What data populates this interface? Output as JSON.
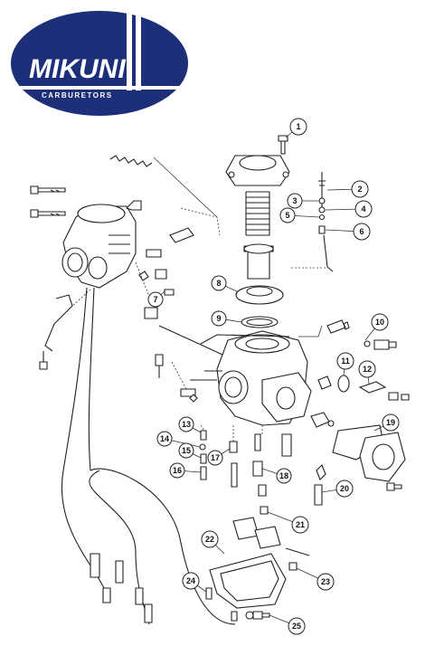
{
  "logo": {
    "brand": "MIKUNI",
    "sub": "CARBURETORS",
    "colors": {
      "navy": "#1e2f7a",
      "white": "#ffffff"
    }
  },
  "callouts": [
    {
      "n": "1"
    },
    {
      "n": "2"
    },
    {
      "n": "3"
    },
    {
      "n": "4"
    },
    {
      "n": "5"
    },
    {
      "n": "6"
    },
    {
      "n": "7"
    },
    {
      "n": "8"
    },
    {
      "n": "9"
    },
    {
      "n": "10"
    },
    {
      "n": "11"
    },
    {
      "n": "12"
    },
    {
      "n": "13"
    },
    {
      "n": "14"
    },
    {
      "n": "15"
    },
    {
      "n": "16"
    },
    {
      "n": "17"
    },
    {
      "n": "18"
    },
    {
      "n": "19"
    },
    {
      "n": "20"
    },
    {
      "n": "21"
    },
    {
      "n": "22"
    },
    {
      "n": "23"
    },
    {
      "n": "24"
    },
    {
      "n": "25"
    }
  ]
}
